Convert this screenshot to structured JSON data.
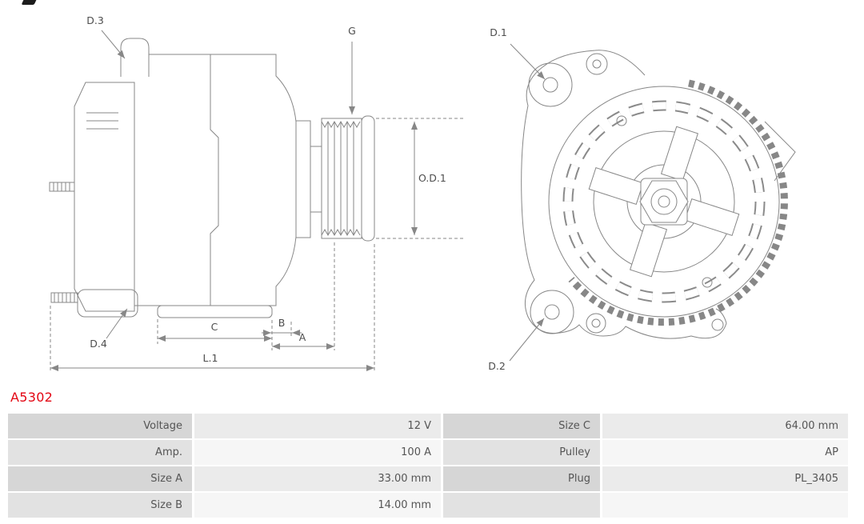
{
  "part_number": "A5302",
  "colors": {
    "part_number_red": "#e30613",
    "diagram_line_gray": "#878787",
    "table_label_bg": "#d6d6d6",
    "table_value_bg": "#ebebeb"
  },
  "diagram": {
    "side": {
      "d3": "D.3",
      "d4": "D.4",
      "g": "G",
      "od1": "O.D.1",
      "c": "C",
      "b": "B",
      "a": "A",
      "l1": "L.1"
    },
    "front": {
      "d1": "D.1",
      "d2": "D.2"
    }
  },
  "table": {
    "rows": [
      {
        "label": "Voltage",
        "value": "12 V",
        "label2": "Size C",
        "value2": "64.00 mm"
      },
      {
        "label": "Amp.",
        "value": "100 A",
        "label2": "Pulley",
        "value2": "AP"
      },
      {
        "label": "Size A",
        "value": "33.00 mm",
        "label2": "Plug",
        "value2": "PL_3405"
      },
      {
        "label": "Size B",
        "value": "14.00 mm",
        "label2": "",
        "value2": ""
      }
    ]
  }
}
